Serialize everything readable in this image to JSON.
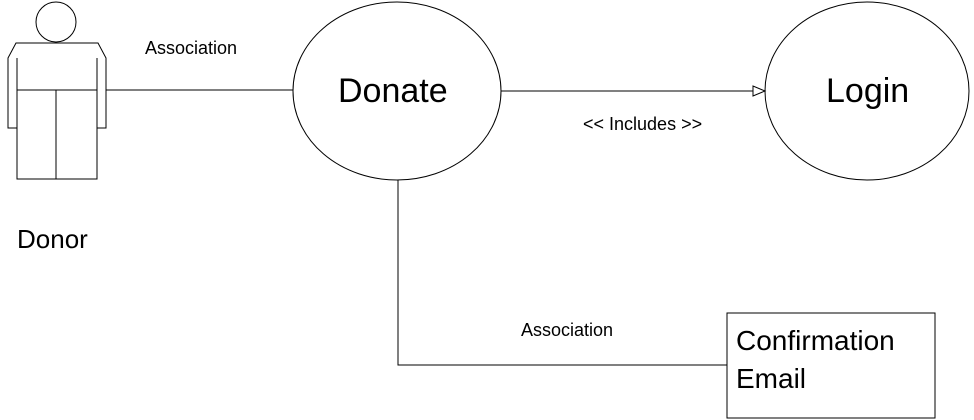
{
  "actor": {
    "name": "Donor"
  },
  "use_cases": {
    "donate": "Donate",
    "login": "Login"
  },
  "relations": {
    "actor_association": "Association",
    "include": "<< Includes >>",
    "email_association": "Association"
  },
  "artifact": {
    "line1": "Confirmation",
    "line2": "Email"
  }
}
